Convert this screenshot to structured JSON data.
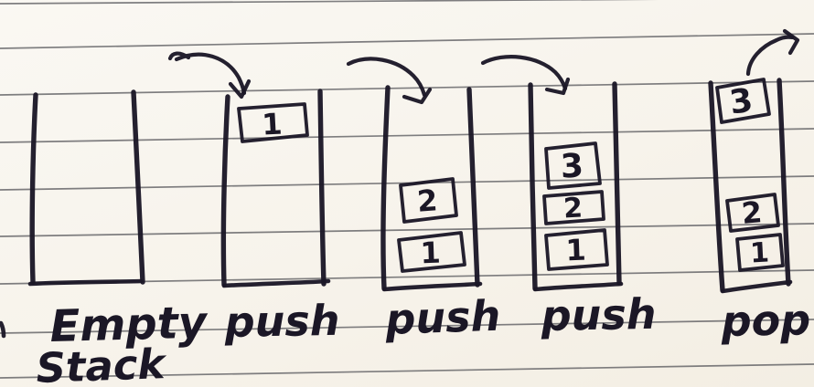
{
  "page": {
    "background_color": "#f8f5ef",
    "rule_color": "#5f5f63",
    "ink_color": "#1b1726"
  },
  "diagram": {
    "subject": "stack push and pop operations on ruled notebook paper",
    "stages": [
      {
        "name": "empty-stack",
        "label_lines": [
          "Empty",
          "Stack"
        ],
        "items": []
      },
      {
        "name": "push-1",
        "label": "push",
        "items": [
          "1"
        ]
      },
      {
        "name": "push-2",
        "label": "push",
        "items": [
          "2",
          "1"
        ]
      },
      {
        "name": "push-3",
        "label": "push",
        "items": [
          "3",
          "2",
          "1"
        ]
      },
      {
        "name": "pop",
        "label": "pop",
        "popped_item": "3",
        "items": [
          "2",
          "1"
        ]
      }
    ]
  }
}
